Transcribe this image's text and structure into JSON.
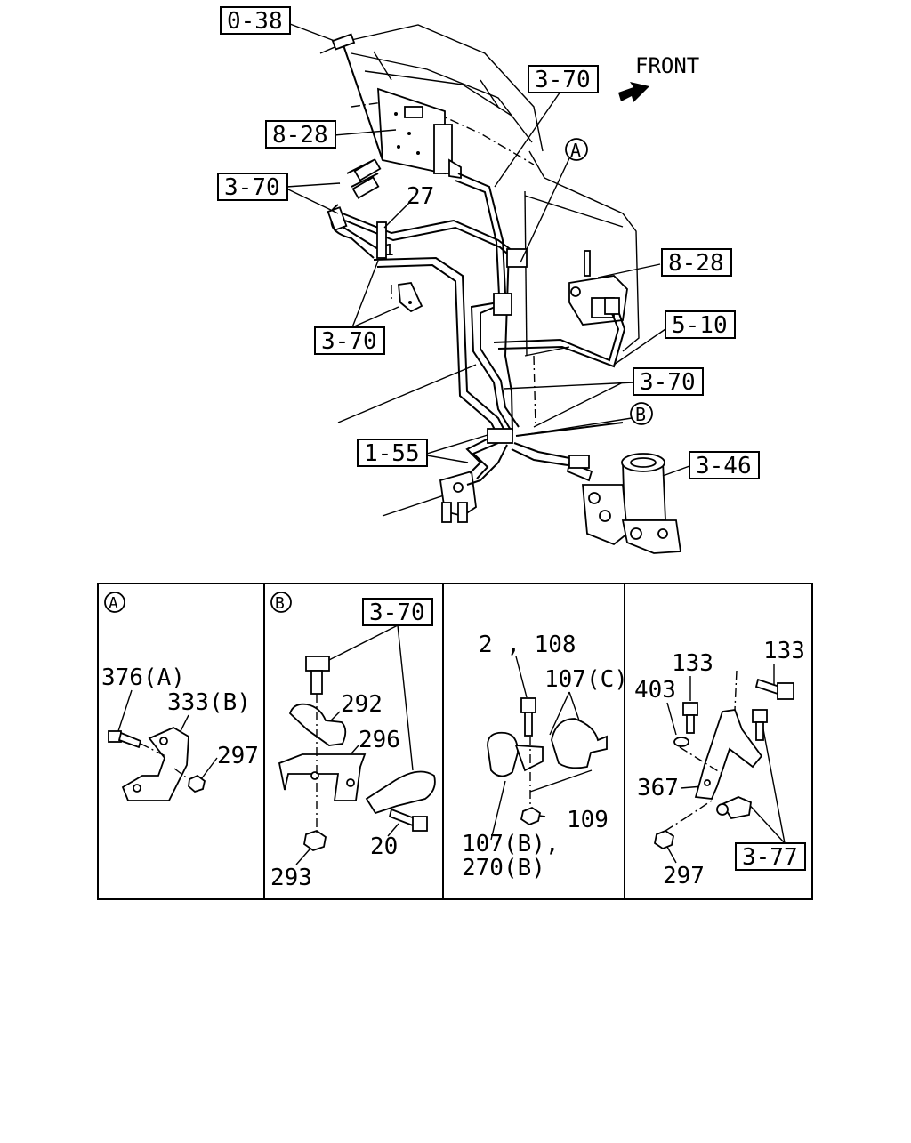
{
  "orientation": {
    "label": "FRONT"
  },
  "main_refs": {
    "r_0_38": "0-38",
    "r_3_70_top": "3-70",
    "r_8_28_left": "8-28",
    "r_3_70_left": "3-70",
    "r_27": "27",
    "r_1": "1",
    "r_8_28_right": "8-28",
    "r_5_10": "5-10",
    "r_3_70_bottom": "3-70",
    "r_3_70_mid": "3-70",
    "r_1_55": "1-55",
    "r_3_46": "3-46"
  },
  "callouts": {
    "a": "A",
    "b": "B"
  },
  "detail_a": {
    "marker": "A",
    "p376": "376(A)",
    "p333": "333(B)",
    "p297": "297"
  },
  "detail_b": {
    "marker": "B",
    "ref": "3-70",
    "p292": "292",
    "p296": "296",
    "p20": "20",
    "p293": "293"
  },
  "detail_c": {
    "p2_108": "2 , 108",
    "p107c": "107(C)",
    "p109": "109",
    "p107b": "107(B),",
    "p270b": "270(B)"
  },
  "detail_d": {
    "p133a": "133",
    "p133b": "133",
    "p403": "403",
    "p367": "367",
    "p297": "297",
    "ref": "3-77"
  }
}
